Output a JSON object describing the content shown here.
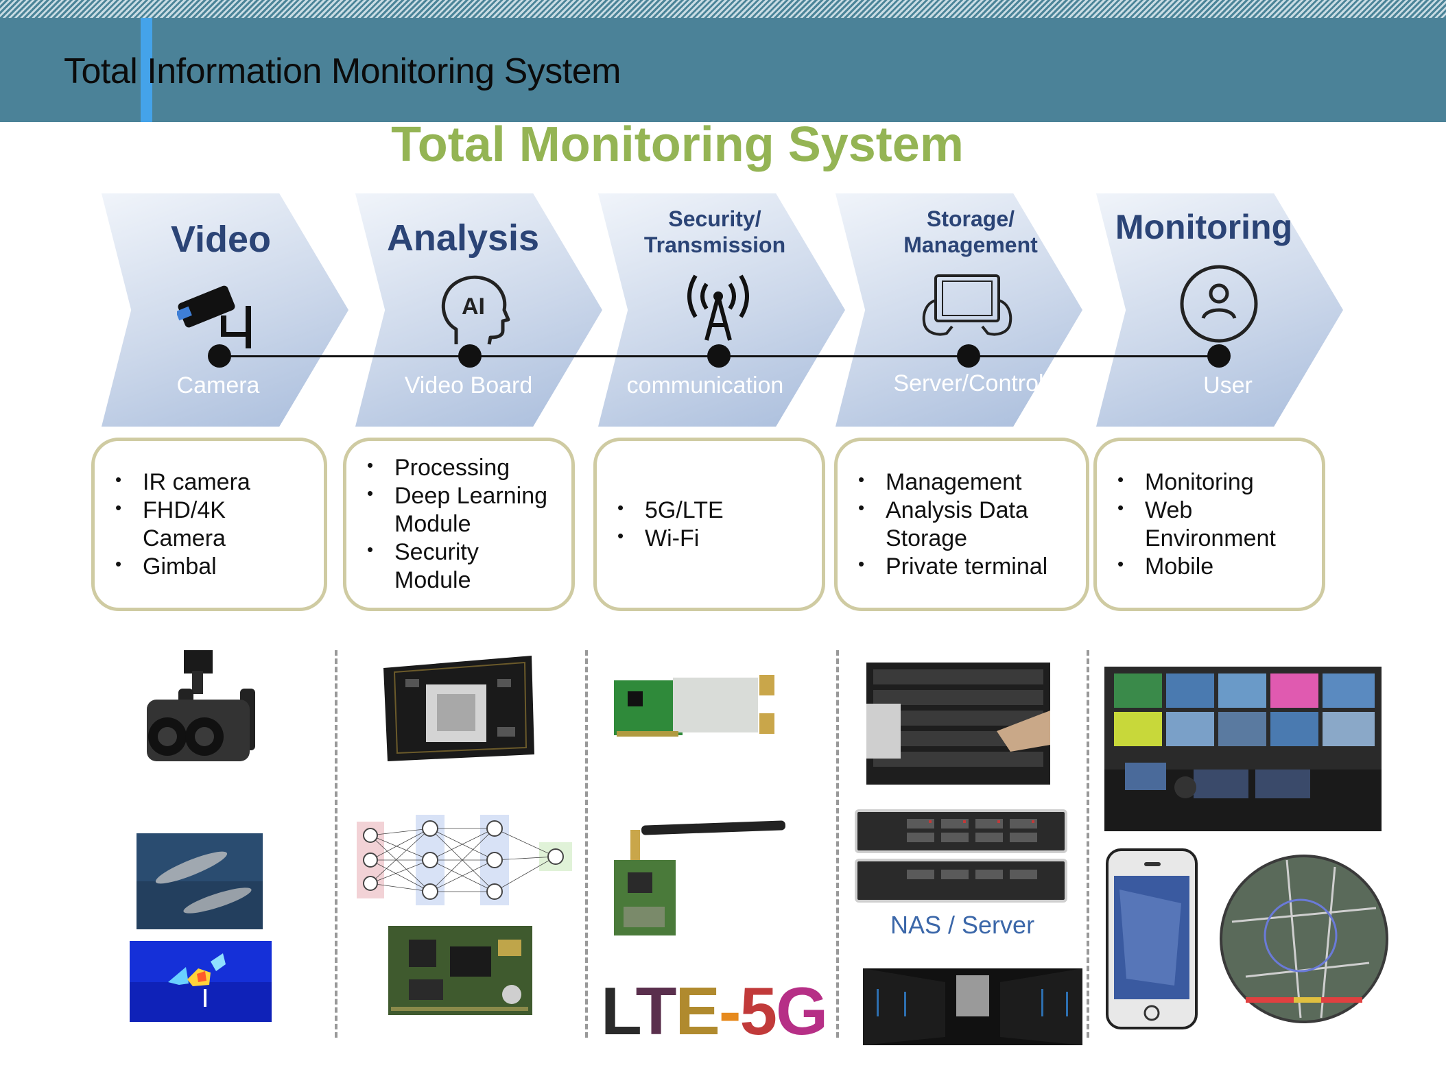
{
  "header": {
    "title": "Total Information Monitoring System"
  },
  "main_title": "Total Monitoring System",
  "stages": [
    {
      "title": "Video",
      "subtitle": "Camera",
      "icon": "cctv-camera-icon",
      "details": [
        "IR camera",
        "FHD/4K Camera",
        "Gimbal"
      ]
    },
    {
      "title": "Analysis",
      "subtitle": "Video Board",
      "icon": "ai-head-icon",
      "details": [
        "Processing",
        "Deep Learning Module",
        "Security Module"
      ]
    },
    {
      "title_line1": "Security/",
      "title_line2": "Transmission",
      "subtitle": "communication",
      "icon": "antenna-icon",
      "details": [
        "5G/LTE",
        "Wi-Fi"
      ]
    },
    {
      "title_line1": "Storage/",
      "title_line2": "Management",
      "subtitle": "Server/Control",
      "icon": "tablet-icon",
      "details": [
        "Management",
        "Analysis Data Storage",
        "Private terminal"
      ]
    },
    {
      "title": "Monitoring",
      "subtitle": "User",
      "icon": "user-icon",
      "details": [
        "Monitoring",
        "Web Environment",
        "Mobile"
      ]
    }
  ],
  "captions": {
    "nas_server": "NAS / Server",
    "lte_logo": "LTE-5G"
  },
  "colors": {
    "header_bg": "#4b8298",
    "header_accent": "#44a3ea",
    "main_title": "#94b454",
    "chevron_title": "#2b4476",
    "box_border": "#cfcba2",
    "caption": "#3b67a9"
  }
}
